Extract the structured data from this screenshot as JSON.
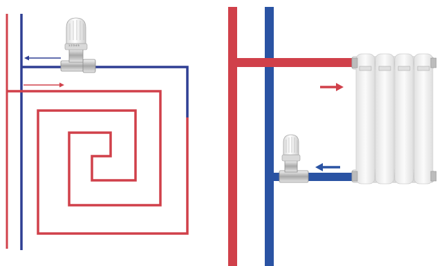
{
  "diagram": {
    "colors": {
      "supply": "#d0404a",
      "return": "#2f3f94",
      "return_right": "#2a53a3",
      "valve_body": "#c8c8c8",
      "valve_head": "#efefef",
      "radiator": "#f3f3f3",
      "radiator_edge": "#cfcfcf"
    },
    "panels": [
      {
        "name": "underfloor-heating-loop",
        "flow_markers": [
          "return-arrow",
          "supply-arrow"
        ]
      },
      {
        "name": "radiator-connection",
        "flow_markers": [
          "supply-arrow",
          "return-arrow"
        ]
      }
    ],
    "thermostatic_valves": 2,
    "radiator_sections": 4
  }
}
